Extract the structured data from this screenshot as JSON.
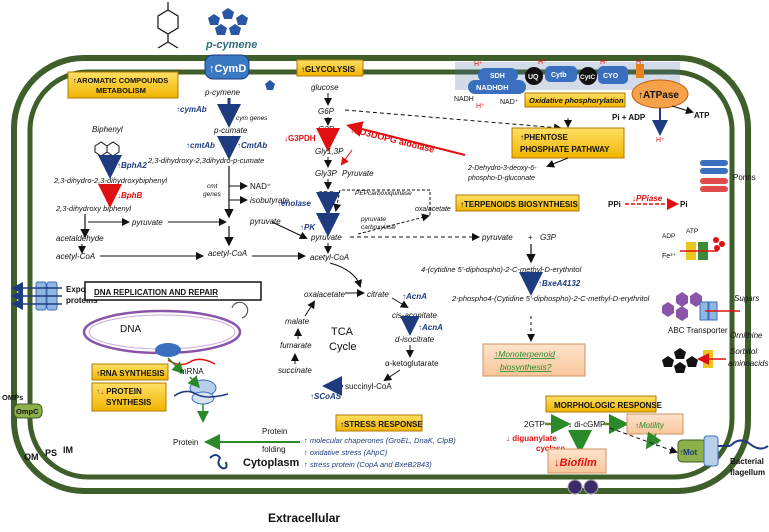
{
  "title_molecule": "p-cymene",
  "cymD": "↑CymD",
  "labels": {
    "aromatic": "↑AROMATIC COMPOUNDS METABOLISM",
    "glycolysis": "↑GLYCOLYSIS",
    "oxphos": "Oxidative phosphorylation",
    "ppp": "↑PHENTOSE PHOSPHATE PATHWAY",
    "terpenoids": "↑TERPENOIDS BIOSYNTHESIS",
    "dna_repl": "DNA REPLICATION AND REPAIR",
    "rna": "↑RNA SYNTHESIS",
    "protein_syn": "↑↓ PROTEIN SYNTHESIS",
    "stress": "↑STRESS RESPONSE",
    "morph": "MORPHOLOGIC RESPONSE",
    "monoterp": "↑Monoterpenoid biosynthesis?",
    "motility": "↑Motility",
    "biofilm": "↓Biofilm"
  },
  "aromatic": {
    "pcymene2": "p-cymene",
    "cymAb": "↑cymAb",
    "cym_genes": "cym genes",
    "pcumate": "p-cumate",
    "cmtAb": "↑cmtAb",
    "CmtAb": "↑CmtAb",
    "dihydroxy": "2,3-dihydroxy-2,3dihydro-p-cumate",
    "cmt_genes": "cmt genes",
    "nad": "NAD⁺",
    "isobutyrate": "isobutyrate",
    "pyruvate": "pyruvate",
    "acetylcoa": "acetyl-CoA",
    "biphenyl": "Biphenyl",
    "bphA2": "↑BphA2",
    "biph_dihydro": "2,3-dihydro-2,3-dihydroxybiphenyl",
    "bphB": "↓BphB",
    "biph_dihydroxy": "2,3-dihydroxy biphenyl",
    "pyruvate2": "pyruvate",
    "acetaldehyde": "acetaldehyde",
    "acetylcoa2": "acetyl-CoA"
  },
  "glyco": {
    "glucose": "glucose",
    "g6p": "G6P",
    "g3p": "G3P",
    "g3pdh": "↓G3PDH",
    "gly13p": "Gly1,3P",
    "gly3p": "Gly3P",
    "pg2": "2PG",
    "enolase": "↑enolase",
    "pep": "PEP",
    "pk": "↑PK",
    "pyruvate": "pyruvate",
    "acetylcoa": "acetyl-CoA",
    "aldolase": "↓2D3DOPG aldolase",
    "pyruvate_red": "Pyruvate",
    "pepcarb": "PEPcarboxiquinase",
    "oxalacetate": "oxalacetate",
    "pyrcarb": "pyruvate carboxylase",
    "dehydro": "2-Dehydro-3-deoxy-6-phospho-D-gluconate"
  },
  "tca": {
    "oxalacetate": "oxalacetate",
    "citrate": "citrate",
    "acna1": "↑AcnA",
    "cisaconitate": "cis-aconitate",
    "acna2": "↑AcnA",
    "isocitrate": "d-isocitrate",
    "akg": "α-ketoglutarate",
    "succcoa": "succinyl-CoA",
    "scoas": "↑SCoAS",
    "succinate": "succinate",
    "fumarate": "fumarate",
    "malate": "malate",
    "center": "TCA Cycle"
  },
  "terp": {
    "pyruvate": "pyruvate",
    "plus": "+",
    "g3p": "G3P",
    "meth1": "4-(cytidine 5'-diphospho)-2-C-methyl-D-erythritol",
    "bxe": "↑BxeA4132",
    "meth2": "2-phospho4-(Cytidine 5'-diphospho)-2-C-methyl-D-erythritol"
  },
  "oxphos": {
    "sdh": "SDH",
    "nadhdh": "NADHDH",
    "uq": "UQ",
    "cytb": "Cytb",
    "cytc": "CytC",
    "cyo": "CYO",
    "nadh": "NADH",
    "nadp": "NAD⁺",
    "hplus": "H⁺",
    "atpase": "↑ATPase",
    "pi_adp": "Pi + ADP",
    "atp": "ATP"
  },
  "membrane": {
    "porins": "Porins",
    "ppi": "PPi",
    "ppiase": "↓PPiase",
    "pi": "Pi",
    "adp": "ADP",
    "atp": "ATP",
    "fe": "Fe³⁺",
    "sugars": "Sugars",
    "abc": "ABC Transporter",
    "ornithine": "Ornithine",
    "sorbitol": "Sorbitol",
    "aminoacids": "aminoacids",
    "exported": "Exported proteins",
    "omps": "OMPs",
    "ompc": "OmpC",
    "om": "OM",
    "ps": "PS",
    "im": "IM",
    "cytoplasm": "Cytoplasm",
    "extracellular": "Extracellular",
    "flagellum": "Bacterial flagellum",
    "mot": "↑Mot"
  },
  "genetic": {
    "dna": "DNA",
    "mrna": "mRNA",
    "protein": "Protein",
    "folding": "Protein folding",
    "chaperones": "↑ molecular chaperones (GroEL, DnaK, ClpB)",
    "oxidative": "↑ oxidative stress (AhpC)",
    "stressprot": "↑ stress protein (CopA and BxeB2843)"
  },
  "morph": {
    "gtp": "2GTP",
    "cyclase": "↓ diguanylate cyclase",
    "digmp": "↓ di-cGMP",
    "q": "?"
  },
  "colors": {
    "label_fill": "#f5c400",
    "label_border": "#b07800",
    "blue": "#1f3b80",
    "red": "#e01010",
    "green": "#2a8a2a",
    "teal": "#2f6f7a",
    "membrane_fill": "#8db04a"
  }
}
